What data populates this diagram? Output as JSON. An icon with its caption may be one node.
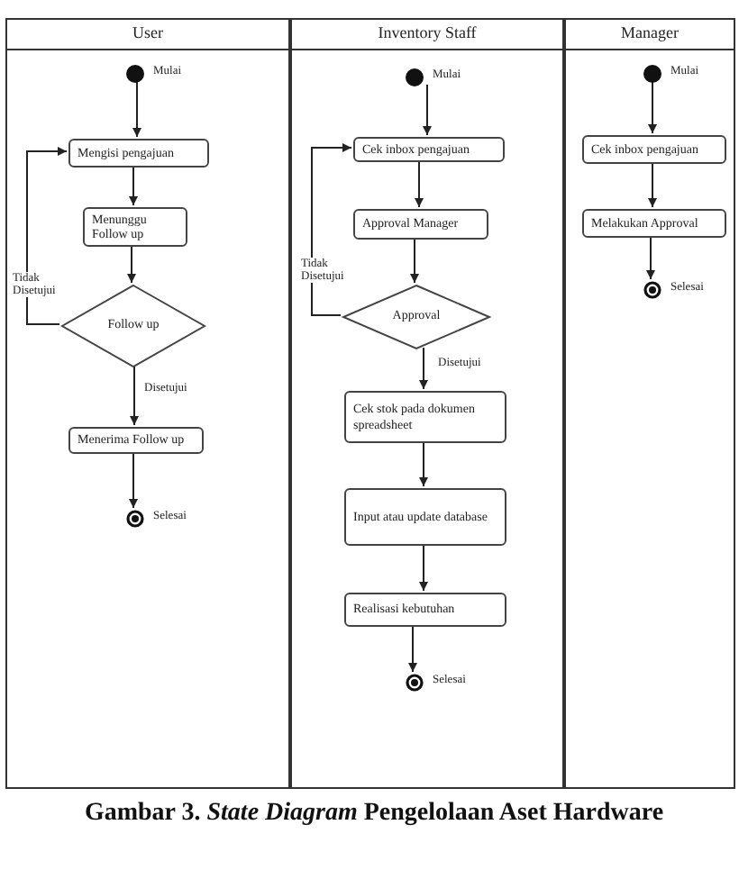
{
  "diagram": {
    "caption": "Gambar 3. *State Diagram* Pengelolaan Aset Hardware",
    "nodes": [
      {
        "text": [
          "User"
        ]
      },
      {
        "text": [
          "Inventory Staff"
        ]
      },
      {
        "text": [
          "Manager"
        ]
      },
      {
        "text": [],
        "shape": "circle",
        "in": 0,
        "beside": [
          "Mulai"
        ]
      },
      {
        "text": [
          "Mengisi pengajuan"
        ],
        "in": 0
      },
      {
        "text": [
          "Menunggu Follow up"
        ],
        "in": 0
      },
      {
        "text": [
          "Follow up"
        ],
        "in": 0
      },
      {
        "text": [
          "Menerima Follow up"
        ],
        "in": 0
      },
      {
        "text": [],
        "shape": "bullseye",
        "in": 0,
        "beside": [
          "Selesai"
        ]
      },
      {
        "text": [],
        "shape": "circle",
        "in": 1,
        "beside": [
          "Mulai"
        ]
      },
      {
        "text": [
          "Cek inbox pengajuan"
        ],
        "in": 1
      },
      {
        "text": [
          "Approval Manager"
        ],
        "in": 1
      },
      {
        "text": [
          "Approval"
        ],
        "in": 1
      },
      {
        "text": [
          "Cek stok pada dokumen spreadsheet"
        ],
        "in": 1
      },
      {
        "text": [
          "Input atau update database"
        ],
        "in": 1
      },
      {
        "text": [
          "Realisasi kebutuhan"
        ],
        "in": 1
      },
      {
        "text": [],
        "shape": "bullseye",
        "in": 1,
        "beside": [
          "Selesai"
        ]
      },
      {
        "text": [],
        "shape": "circle",
        "in": 2,
        "beside": [
          "Mulai"
        ]
      },
      {
        "text": [
          "Cek inbox pengajuan"
        ],
        "in": 2
      },
      {
        "text": [
          "Melakukan Approval"
        ],
        "in": 2
      },
      {
        "text": [],
        "shape": "bullseye",
        "in": 2,
        "beside": [
          "Selesai"
        ]
      }
    ],
    "edges": [
      {
        "from": 3,
        "to": 4,
        "arrow": "to"
      },
      {
        "from": 4,
        "to": 5,
        "arrow": "to"
      },
      {
        "from": 5,
        "to": 6,
        "arrow": "to"
      },
      {
        "from": 6,
        "to": 4,
        "arrow": "to",
        "label": "Tidak Disetujui"
      },
      {
        "from": 6,
        "to": 7,
        "arrow": "to",
        "label": "Disetujui"
      },
      {
        "from": 7,
        "to": 8,
        "arrow": "to"
      },
      {
        "from": 9,
        "to": 10,
        "arrow": "to"
      },
      {
        "from": 10,
        "to": 11,
        "arrow": "to"
      },
      {
        "from": 11,
        "to": 12,
        "arrow": "to"
      },
      {
        "from": 12,
        "to": 10,
        "arrow": "to",
        "label": "Tidak Disetujui"
      },
      {
        "from": 12,
        "to": 13,
        "arrow": "to",
        "label": "Disetujui"
      },
      {
        "from": 13,
        "to": 14,
        "arrow": "to"
      },
      {
        "from": 14,
        "to": 15,
        "arrow": "to"
      },
      {
        "from": 15,
        "to": 16,
        "arrow": "to"
      },
      {
        "from": 17,
        "to": 18,
        "arrow": "to"
      },
      {
        "from": 18,
        "to": 19,
        "arrow": "to"
      },
      {
        "from": 19,
        "to": 20,
        "arrow": "to"
      }
    ]
  }
}
